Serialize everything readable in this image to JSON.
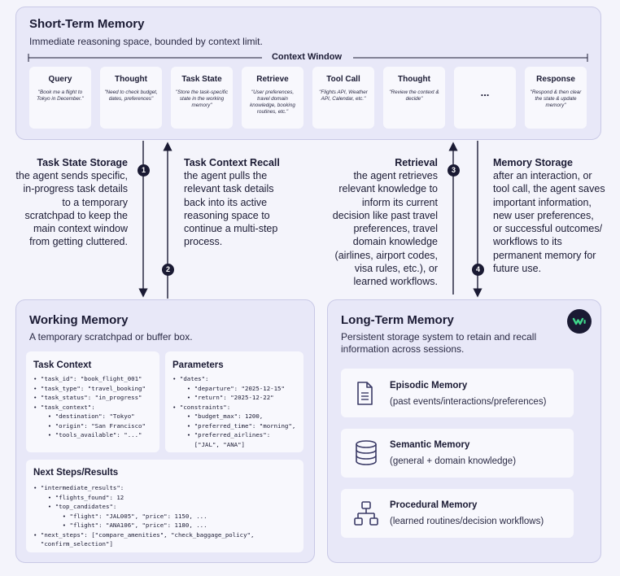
{
  "short_term": {
    "title": "Short-Term Memory",
    "subtitle": "Immediate reasoning space, bounded by context limit.",
    "context_window_label": "Context Window",
    "items": [
      {
        "title": "Query",
        "desc": "\"Book me a flight to Tokyo in December.\""
      },
      {
        "title": "Thought",
        "desc": "\"Need to check budget, dates, preferences\""
      },
      {
        "title": "Task State",
        "desc": "\"Store the task-specific state in the working memory\""
      },
      {
        "title": "Retrieve",
        "desc": "\"User preferences, travel domain knowledge, booking routines, etc.\""
      },
      {
        "title": "Tool Call",
        "desc": "\"Flights API, Weather API, Calendar, etc.\""
      },
      {
        "title": "Thought",
        "desc": "\"Review the context & decide\""
      },
      {
        "title": "...",
        "desc": ""
      },
      {
        "title": "Response",
        "desc": "\"Respond & then clear the state & update memory\""
      }
    ]
  },
  "flows": {
    "task_state_storage": {
      "number": "1",
      "title": "Task State Storage",
      "desc": "the agent sends specific, in-progress task details to a temporary scratchpad to keep the main context window from getting cluttered."
    },
    "task_context_recall": {
      "number": "2",
      "title": "Task Context Recall",
      "desc": "the agent pulls the relevant task details back into its active reasoning space to continue a multi-step process."
    },
    "retrieval": {
      "number": "3",
      "title": "Retrieval",
      "desc": "the agent retrieves relevant knowledge to inform its current decision like past travel preferences, travel domain knowledge (airlines, airport codes, visa rules, etc.), or learned workflows."
    },
    "memory_storage": {
      "number": "4",
      "title": "Memory Storage",
      "desc": "after an interaction, or tool call, the agent saves important information, new user preferences, or successful outcomes/ workflows to its permanent memory for future use."
    }
  },
  "working_memory": {
    "title": "Working Memory",
    "subtitle": "A temporary scratchpad or buffer box.",
    "task_context": {
      "title": "Task Context",
      "lines": [
        "• \"task_id\": \"book_flight_001\"",
        "• \"task_type\": \"travel_booking\"",
        "• \"task_status\": \"in_progress\"",
        "• \"task_context\":",
        "    • \"destination\": \"Tokyo\"",
        "    • \"origin\": \"San Francisco\"",
        "    • \"tools_available\": \"...\""
      ]
    },
    "parameters": {
      "title": "Parameters",
      "lines": [
        "• \"dates\":",
        "    • \"departure\": \"2025-12-15\"",
        "    • \"return\": \"2025-12-22\"",
        "• \"constraints\":",
        "    • \"budget_max\": 1200,",
        "    • \"preferred_time\": \"morning\",",
        "    • \"preferred_airlines\":",
        "      [\"JAL\", \"ANA\"]"
      ]
    },
    "next_steps": {
      "title": "Next Steps/Results",
      "lines": [
        "• \"intermediate_results\":",
        "    • \"flights_found\": 12",
        "    • \"top_candidates\":",
        "        • \"flight\": \"JAL005\", \"price\": 1150, ...",
        "        • \"flight\": \"ANA106\", \"price\": 1180, ...",
        "• \"next_steps\": [\"compare_amenities\", \"check_baggage_policy\",",
        "  \"confirm_selection\"]"
      ]
    }
  },
  "long_term": {
    "title": "Long-Term Memory",
    "subtitle_line1": "Persistent storage system to retain and recall",
    "subtitle_line2": "information across sessions.",
    "types": [
      {
        "icon": "document-icon",
        "title": "Episodic Memory",
        "desc": "(past events/interactions/preferences)"
      },
      {
        "icon": "database-icon",
        "title": "Semantic Memory",
        "desc": "(general + domain knowledge)"
      },
      {
        "icon": "flowchart-icon",
        "title": "Procedural Memory",
        "desc": "(learned routines/decision workflows)"
      }
    ]
  },
  "colors": {
    "panel": "#e8e8f8",
    "card": "#f8f8fd",
    "accent_dark": "#1a1a33",
    "logo_accent": "#3fd58a"
  }
}
